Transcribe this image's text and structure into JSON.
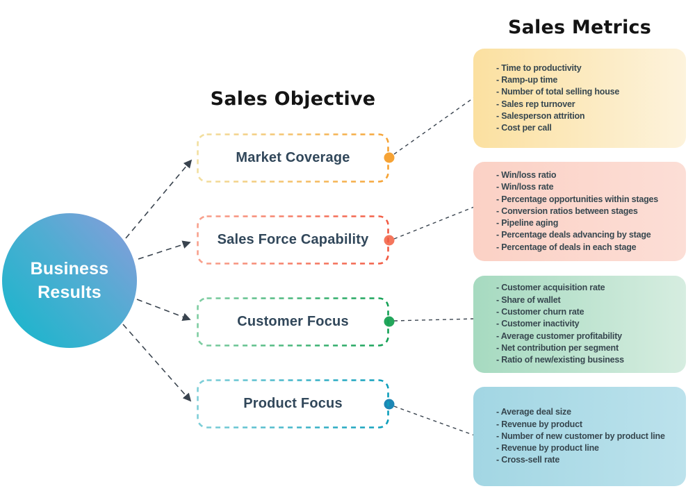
{
  "titles": {
    "objectives_column": "Sales Objective",
    "metrics_column": "Sales Metrics"
  },
  "root_node": {
    "label": "Business\nResults",
    "gradient_from": "#1CB5CC",
    "gradient_to": "#8C9BDB",
    "text_color": "#FFFFFF"
  },
  "objectives": [
    {
      "label": "Market Coverage",
      "border_from": "#F2DFA0",
      "border_to": "#F6A335",
      "dot_color": "#F6A335"
    },
    {
      "label": "Sales Force Capability",
      "border_from": "#F8A18D",
      "border_to": "#F25C44",
      "dot_color": "#F4765C"
    },
    {
      "label": "Customer Focus",
      "border_from": "#7FCDA2",
      "border_to": "#14A156",
      "dot_color": "#23A65B"
    },
    {
      "label": "Product Focus",
      "border_from": "#7FCFD8",
      "border_to": "#0C9EBB",
      "dot_color": "#1D87B5"
    }
  ],
  "metric_panels": [
    {
      "fill_from": "#FBE0A0",
      "fill_to": "#FDF3DC",
      "items": [
        "- Time to productivity",
        "- Ramp-up time",
        "- Number of total selling house",
        "- Sales rep turnover",
        "- Salesperson attrition",
        "- Cost per call"
      ]
    },
    {
      "fill_from": "#FBD1C5",
      "fill_to": "#FCDED6",
      "items": [
        "- Win/loss ratio",
        "- Win/loss rate",
        "- Percentage opportunities within stages",
        "- Conversion ratios between stages",
        "- Pipeline aging",
        "- Percentage deals advancing by stage",
        "- Percentage of deals in each stage"
      ]
    },
    {
      "fill_from": "#A6DAC0",
      "fill_to": "#D6EDE0",
      "items": [
        "- Customer acquisition rate",
        "- Share of wallet",
        "- Customer churn rate",
        "- Customer inactivity",
        "- Average customer profitability",
        "- Net contribution per segment",
        "- Ratio of new/existing business"
      ]
    },
    {
      "fill_from": "#A2D6E3",
      "fill_to": "#BCE2EC",
      "items": [
        "- Average deal size",
        "- Revenue by product",
        "- Number of new customer by product line",
        "- Revenue by product line",
        "- Cross-sell rate"
      ]
    }
  ],
  "connector_color": "#39434E",
  "text_colors": {
    "headings": "#141414",
    "box_label": "#31475A",
    "panel_item": "#37474F"
  }
}
